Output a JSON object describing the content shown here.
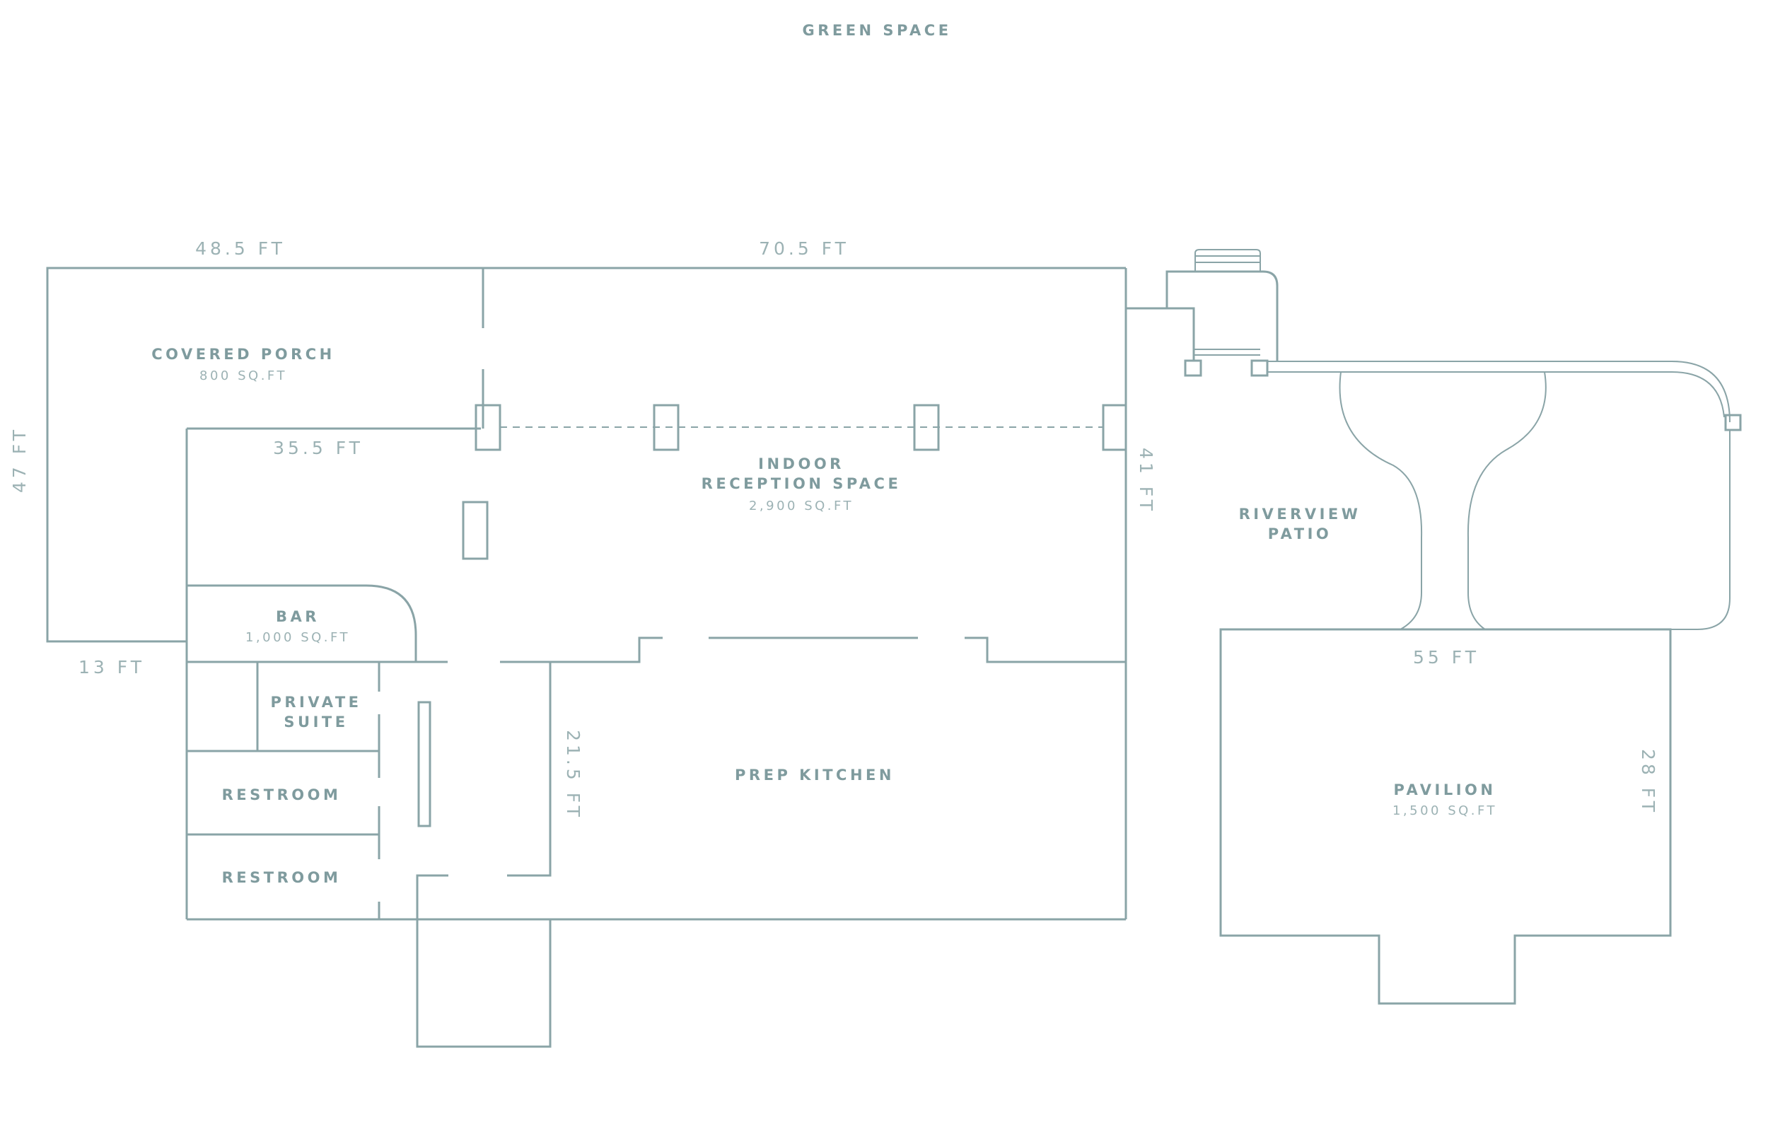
{
  "top_label": "GREEN SPACE",
  "rooms": {
    "covered_porch": {
      "name": "COVERED PORCH",
      "area": "800 SQ.FT"
    },
    "indoor_reception": {
      "name_line1": "INDOOR",
      "name_line2": "RECEPTION SPACE",
      "area": "2,900 SQ.FT"
    },
    "riverview_patio": {
      "name_line1": "RIVERVIEW",
      "name_line2": "PATIO"
    },
    "bar": {
      "name": "BAR",
      "area": "1,000 SQ.FT"
    },
    "private_suite": {
      "name_line1": "PRIVATE",
      "name_line2": "SUITE"
    },
    "restroom_1": {
      "name": "RESTROOM"
    },
    "restroom_2": {
      "name": "RESTROOM"
    },
    "prep_kitchen": {
      "name": "PREP KITCHEN"
    },
    "pavilion": {
      "name": "PAVILION",
      "area": "1,500 SQ.FT"
    }
  },
  "dimensions": {
    "porch_width": "48.5 FT",
    "reception_width": "70.5 FT",
    "porch_height": "47 FT",
    "inner_width": "35.5 FT",
    "reception_height": "41 FT",
    "porch_bottom": "13 FT",
    "kitchen_height": "21.5 FT",
    "pavilion_width": "55 FT",
    "pavilion_height": "28 FT"
  },
  "colors": {
    "line": "#8aa4a7",
    "label": "#7f9b9e",
    "sub_label": "#9cb2b4",
    "background": "#ffffff"
  }
}
